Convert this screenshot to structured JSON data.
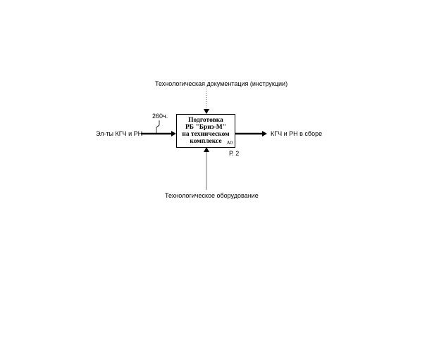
{
  "activity": {
    "title_lines": [
      "Подготовка",
      "РБ \"Бриз-М\"",
      "на техническом",
      "комплексе"
    ],
    "node": "A0",
    "page_ref": "Р. 2"
  },
  "control": {
    "label": "Технологическая документация (инструкции)"
  },
  "input": {
    "label": "Эл-ты КГЧ и РН",
    "tunnel_label": "260ч."
  },
  "output": {
    "label": "КГЧ и РН в сборе"
  },
  "mechanism": {
    "label": "Технологическое оборудование"
  }
}
